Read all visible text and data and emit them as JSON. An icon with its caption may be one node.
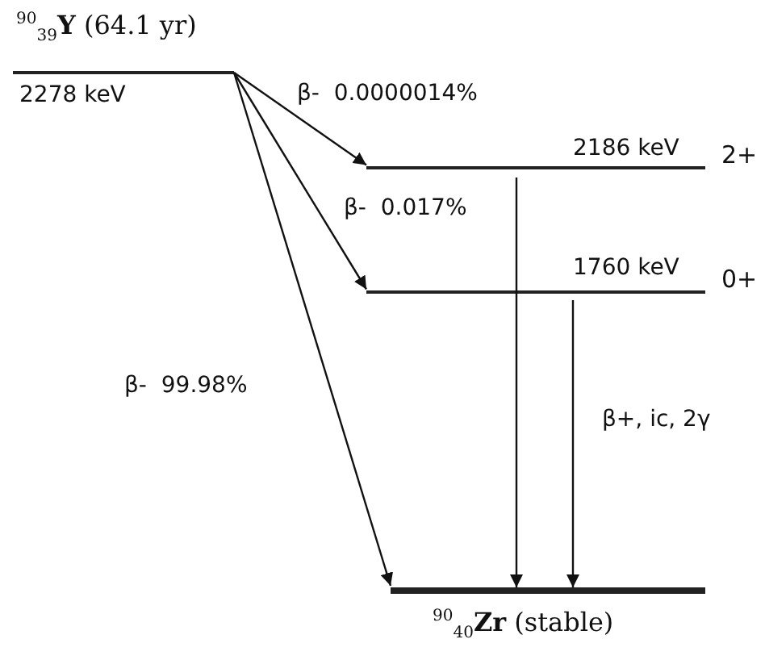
{
  "diagram": {
    "nodes": [
      {
        "text": [
          "$^{90}$$_{39}$**Y** (64.1 yr)",
          "2278 keV"
        ]
      },
      {
        "text": [
          "2186 keV"
        ],
        "beside": [
          "2+"
        ]
      },
      {
        "text": [
          "1760 keV"
        ],
        "beside": [
          "0+"
        ]
      },
      {
        "text": [
          "$^{90}$$_{40}$**Zr** (stable)"
        ]
      }
    ],
    "edges": [
      {
        "from": 0,
        "to": 1,
        "arrow": "to",
        "label": "β-  0.0000014%"
      },
      {
        "from": 0,
        "to": 2,
        "arrow": "to",
        "label": "β-  0.017%"
      },
      {
        "from": 0,
        "to": 3,
        "arrow": "to",
        "label": "β-  99.98%"
      },
      {
        "from": 1,
        "to": 3,
        "arrow": "to"
      },
      {
        "from": 2,
        "to": 3,
        "arrow": "to",
        "label": "β+, ic, 2γ"
      }
    ]
  }
}
